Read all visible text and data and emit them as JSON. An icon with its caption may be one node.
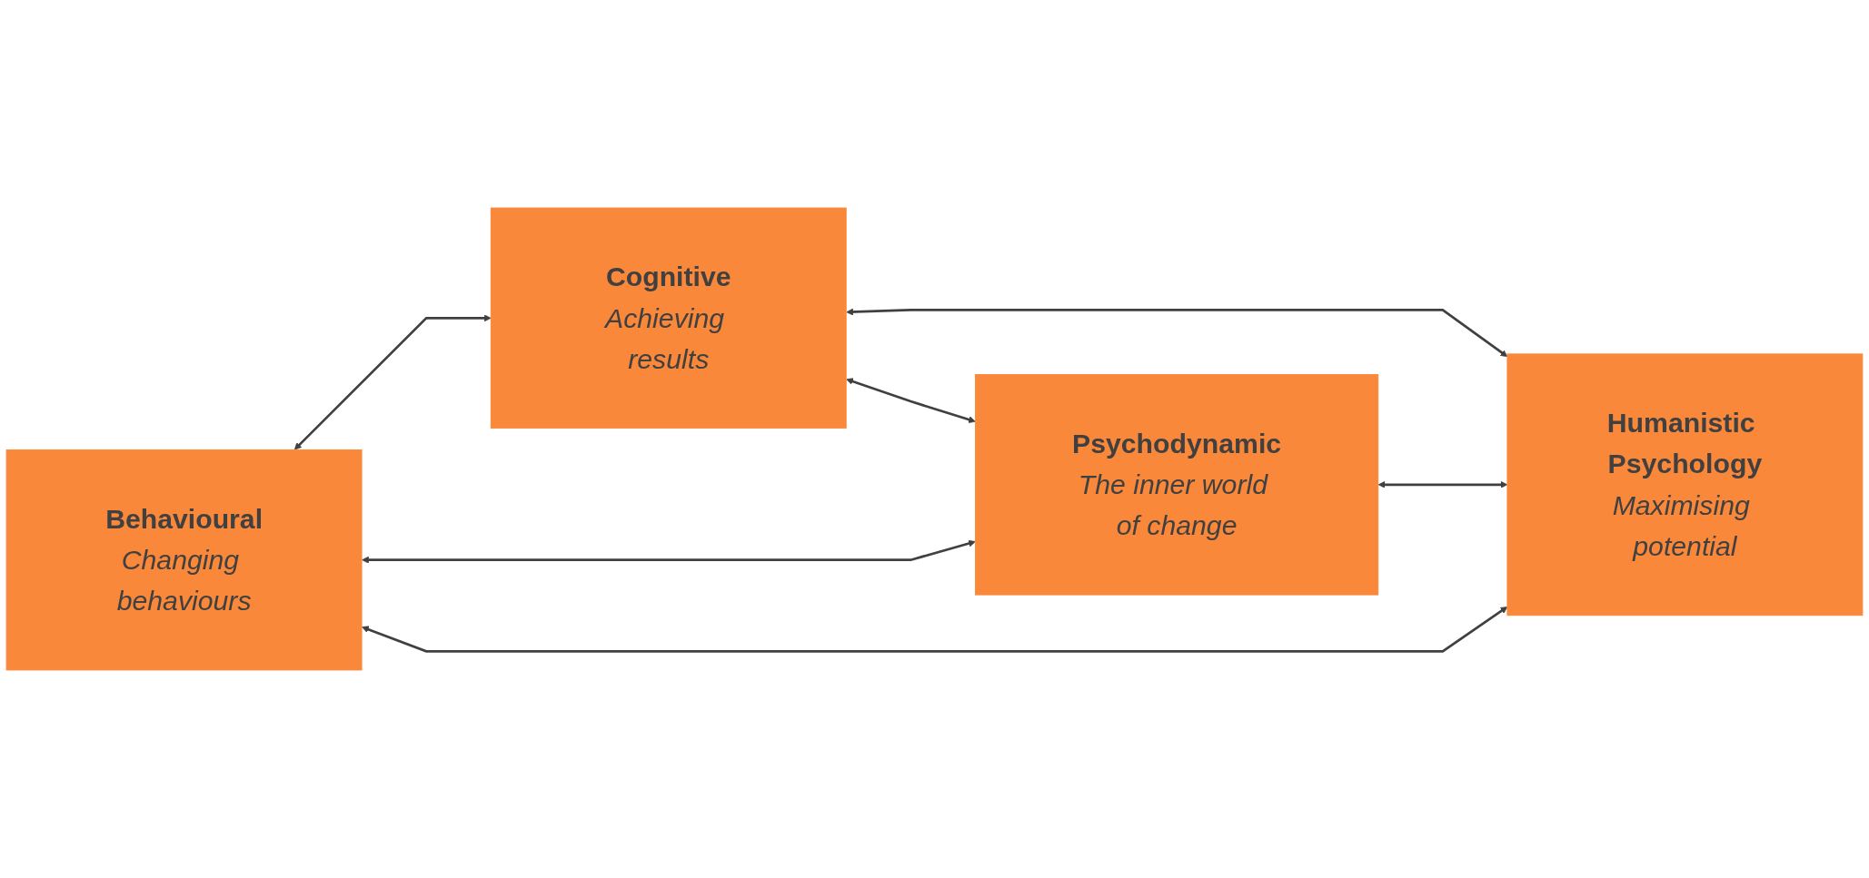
{
  "diagram": {
    "nodes": [
      {
        "text": [
          "Behavioural",
          "Changing behaviours"
        ]
      },
      {
        "text": [
          "Cognitive",
          "Achieving results"
        ]
      },
      {
        "text": [
          "Psychodynamic",
          "The inner world of change"
        ]
      },
      {
        "text": [
          "Humanistic Psychology",
          "Maximising potential"
        ]
      }
    ],
    "edges": [
      {
        "from": 0,
        "to": 1,
        "arrow": "both"
      },
      {
        "from": 0,
        "to": 2,
        "arrow": "both"
      },
      {
        "from": 1,
        "to": 3,
        "arrow": "both"
      },
      {
        "from": 0,
        "to": 3,
        "arrow": "both"
      },
      {
        "from": 1,
        "to": 2,
        "arrow": "both"
      },
      {
        "from": 2,
        "to": 3,
        "arrow": "both"
      }
    ]
  }
}
